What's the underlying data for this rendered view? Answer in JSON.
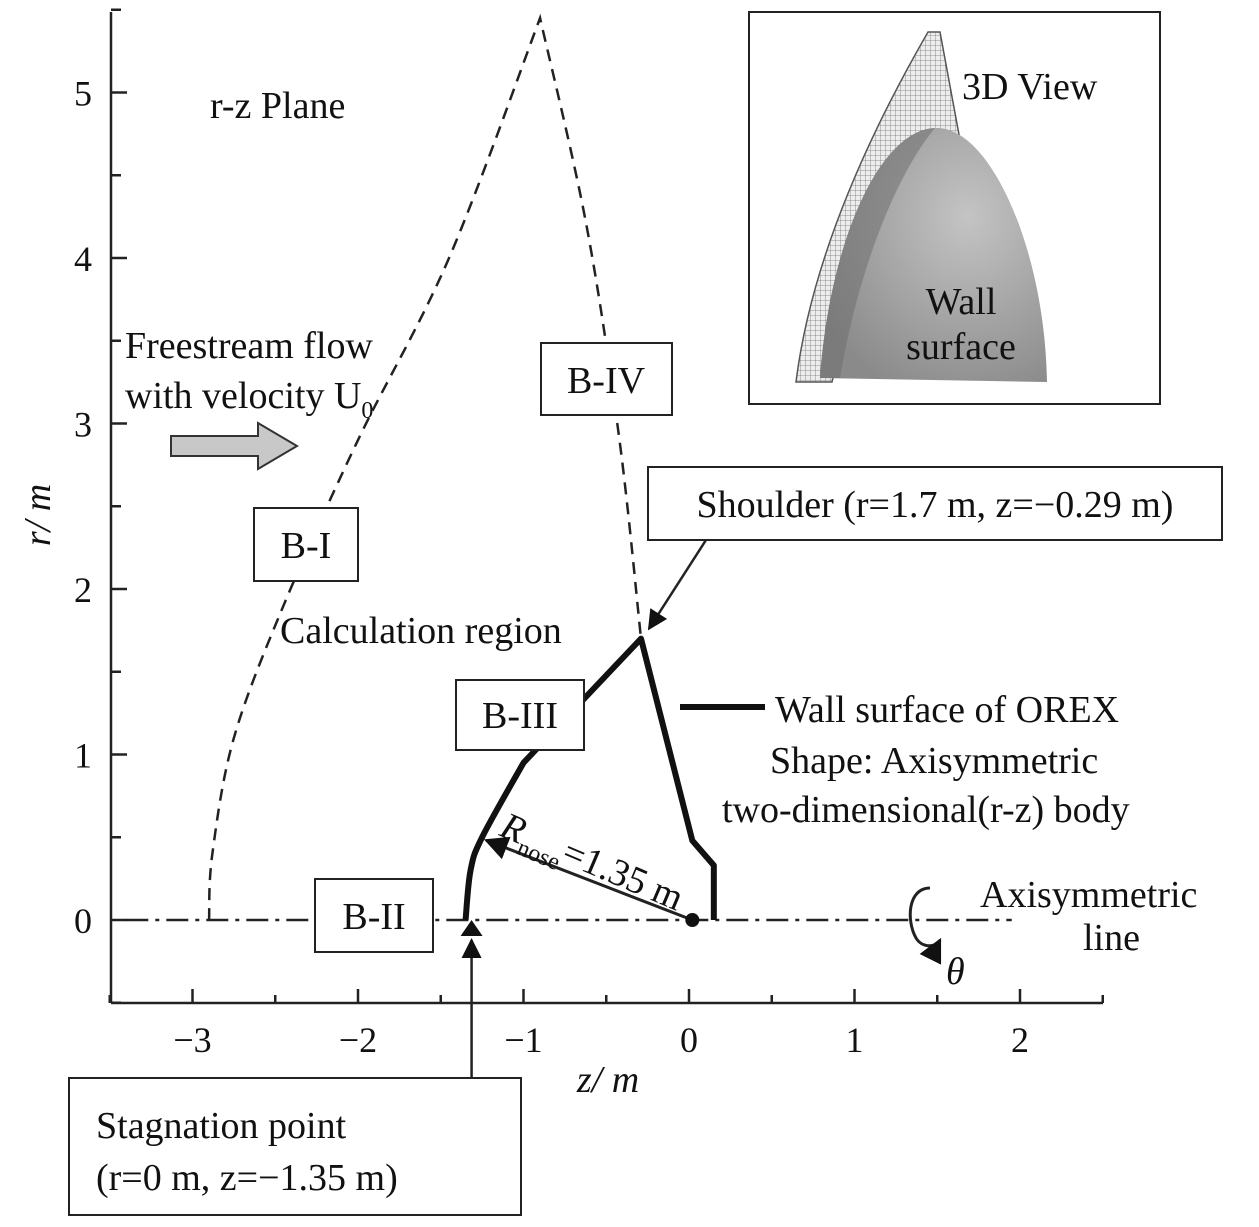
{
  "axes": {
    "x_label": "z/ m",
    "y_label": "r/ m",
    "x_range": [
      -3.5,
      2.5
    ],
    "y_range": [
      -0.5,
      5.5
    ],
    "x_ticks": [
      -3,
      -2,
      -1,
      0,
      1,
      2
    ],
    "y_ticks": [
      0,
      1,
      2,
      3,
      4,
      5
    ],
    "x_tick_labels": [
      "−3",
      "−2",
      "−1",
      "0",
      "1",
      "2"
    ],
    "y_tick_labels": [
      "0",
      "1",
      "2",
      "3",
      "4",
      "5"
    ]
  },
  "labels": {
    "plane": "r-z Plane",
    "freestream_line1": "Freestream flow",
    "freestream_line2": "with velocity U",
    "freestream_sub": "0",
    "calc_region": "Calculation region",
    "wall_legend_line1": "Wall surface of OREX",
    "wall_legend_line2": "Shape: Axisymmetric",
    "wall_legend_line3": "two-dimensional(r-z) body",
    "axisym_line1": "Axisymmetric",
    "axisym_line2": "line",
    "theta": "θ",
    "rnose_main": "R",
    "rnose_sub": "nose",
    "rnose_value": "=1.35 m"
  },
  "boundaries": {
    "b1": "B-I",
    "b2": "B-II",
    "b3": "B-III",
    "b4": "B-IV"
  },
  "callouts": {
    "shoulder": "Shoulder (r=1.7 m, z=−0.29 m)",
    "stagnation_line1": "Stagnation point",
    "stagnation_line2": "(r=0 m, z=−1.35 m)"
  },
  "inset": {
    "title": "3D View",
    "wall_line1": "Wall",
    "wall_line2": "surface"
  },
  "geometry_data": {
    "wall_profile": [
      [
        -1.35,
        0.0
      ],
      [
        -1.32,
        0.3
      ],
      [
        -1.25,
        0.5
      ],
      [
        -1.0,
        0.95
      ],
      [
        -0.29,
        1.7
      ],
      [
        0.02,
        0.48
      ],
      [
        0.15,
        0.33
      ],
      [
        0.15,
        0.0
      ]
    ],
    "outer_boundary": [
      [
        -2.9,
        0.0
      ],
      [
        -2.88,
        0.4
      ],
      [
        -2.75,
        1.1
      ],
      [
        -2.45,
        1.9
      ],
      [
        -2.0,
        2.9
      ],
      [
        -1.45,
        4.0
      ],
      [
        -0.9,
        5.45
      ],
      [
        -0.62,
        4.2
      ],
      [
        -0.42,
        2.9
      ],
      [
        -0.29,
        1.7
      ]
    ],
    "axis_line_z": [
      -3.4,
      1.95
    ],
    "nose_center": [
      0.02,
      0.0
    ],
    "stagnation_point": [
      -1.35,
      0.0
    ],
    "shoulder": [
      -0.29,
      1.7
    ]
  },
  "colors": {
    "wall": "#111111",
    "arrow_fill": "#c8c8c8",
    "inset_body": "#9a9a9a"
  }
}
